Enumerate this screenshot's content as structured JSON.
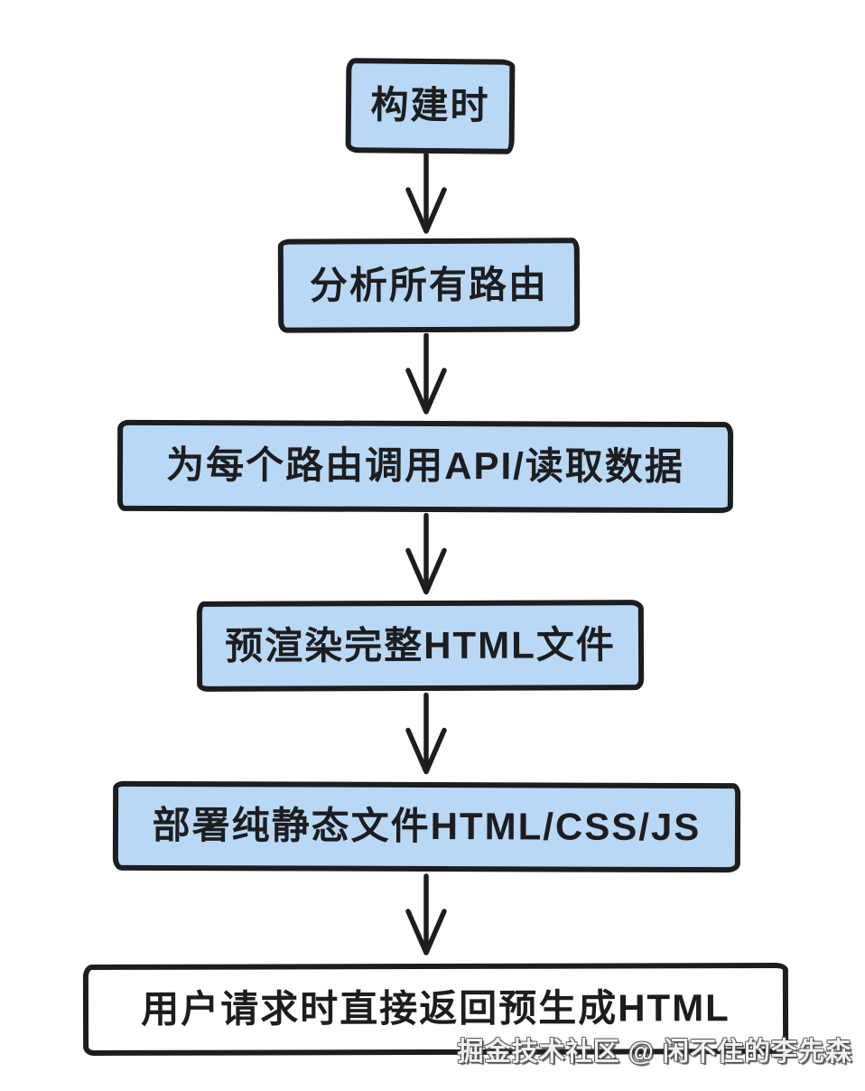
{
  "diagram": {
    "type": "flowchart",
    "direction": "top-down",
    "nodes": [
      {
        "id": "build-time",
        "label": "构建时",
        "fill": "#b9d8f5"
      },
      {
        "id": "analyze-routes",
        "label": "分析所有路由",
        "fill": "#b9d8f5"
      },
      {
        "id": "call-api-read-data",
        "label": "为每个路由调用API/读取数据",
        "fill": "#b9d8f5"
      },
      {
        "id": "prerender-html",
        "label": "预渲染完整HTML文件",
        "fill": "#b9d8f5"
      },
      {
        "id": "deploy-static-files",
        "label": "部署纯静态文件HTML/CSS/JS",
        "fill": "#b9d8f5"
      },
      {
        "id": "serve-pregenerated-html",
        "label": "用户请求时直接返回预生成HTML",
        "fill": "#ffffff"
      }
    ],
    "edges": [
      {
        "from": "build-time",
        "to": "analyze-routes"
      },
      {
        "from": "analyze-routes",
        "to": "call-api-read-data"
      },
      {
        "from": "call-api-read-data",
        "to": "prerender-html"
      },
      {
        "from": "prerender-html",
        "to": "deploy-static-files"
      },
      {
        "from": "deploy-static-files",
        "to": "serve-pregenerated-html"
      }
    ],
    "colors": {
      "background": "#ffffff",
      "node_fill": "#b9d8f5",
      "final_node_fill": "#ffffff",
      "stroke": "#1d1d1f"
    }
  },
  "watermark": {
    "text": "掘金技术社区 @ 闲不住的李先森"
  }
}
